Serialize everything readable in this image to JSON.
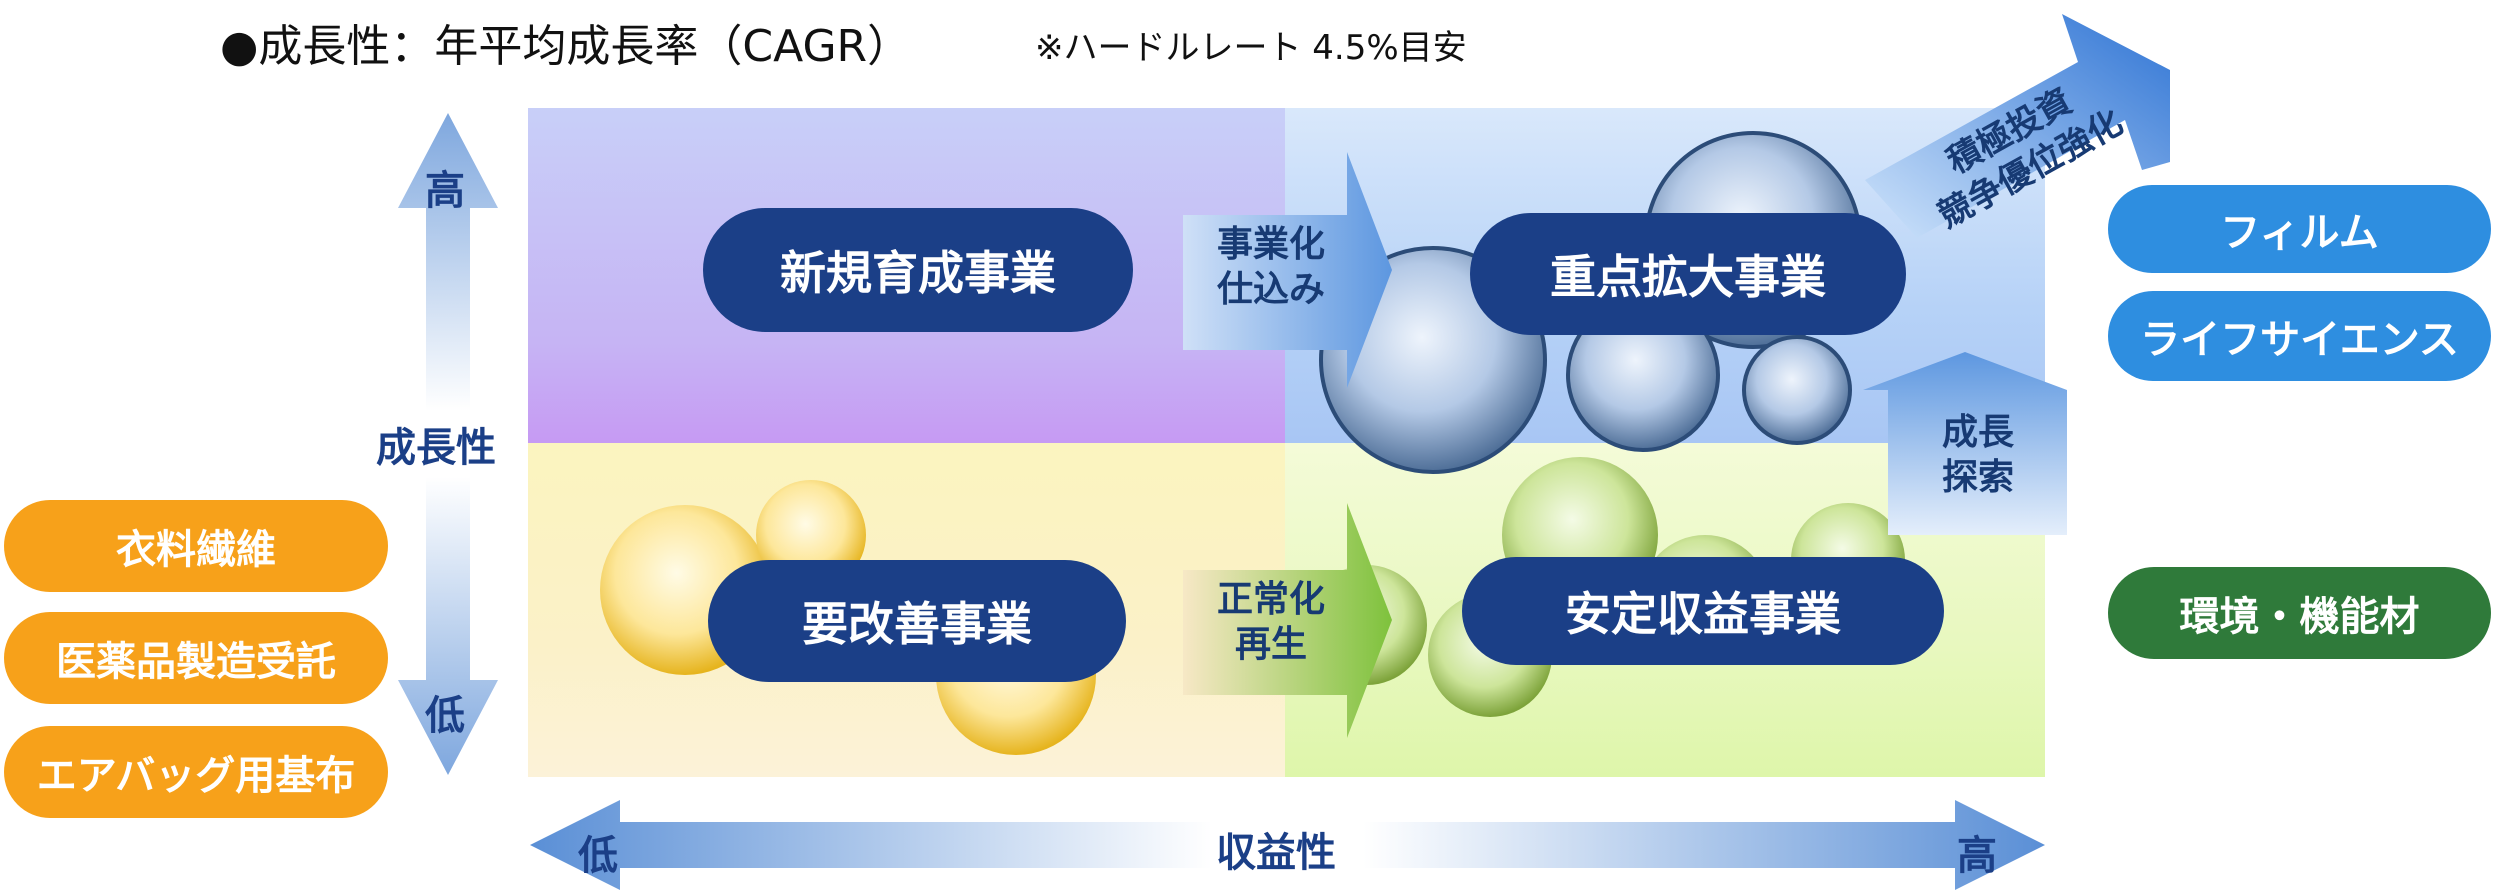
{
  "header": {
    "title": "●成長性：年平均成長率（CAGR）",
    "note": "※ハードルレート 4.5%目安"
  },
  "quadrants": {
    "top_left": "新規育成事業",
    "top_right": "重点拡大事業",
    "bottom_left": "要改善事業",
    "bottom_right": "安定収益事業"
  },
  "arrows": {
    "top_middle": [
      "事業化",
      "仕込み"
    ],
    "bottom_middle": [
      "正常化",
      "再生"
    ],
    "right_up": [
      "成長",
      "探索"
    ],
    "diagonal": [
      "積極投資",
      "競争優位強化"
    ]
  },
  "axes": {
    "y_label": "成長性",
    "y_high": "高",
    "y_low": "低",
    "x_label": "収益性",
    "x_low": "低",
    "x_high": "高"
  },
  "left_categories": [
    "衣料繊維",
    "医薬品製造受託",
    "エアバッグ用基布"
  ],
  "right_categories_blue": [
    "フィルム",
    "ライフサイエンス"
  ],
  "right_categories_green": [
    "環境・機能材"
  ],
  "colors": {
    "navy": "#1b3f87",
    "orange": "#f7a11a",
    "blue": "#2e8ee0",
    "green": "#2f7a3a"
  }
}
